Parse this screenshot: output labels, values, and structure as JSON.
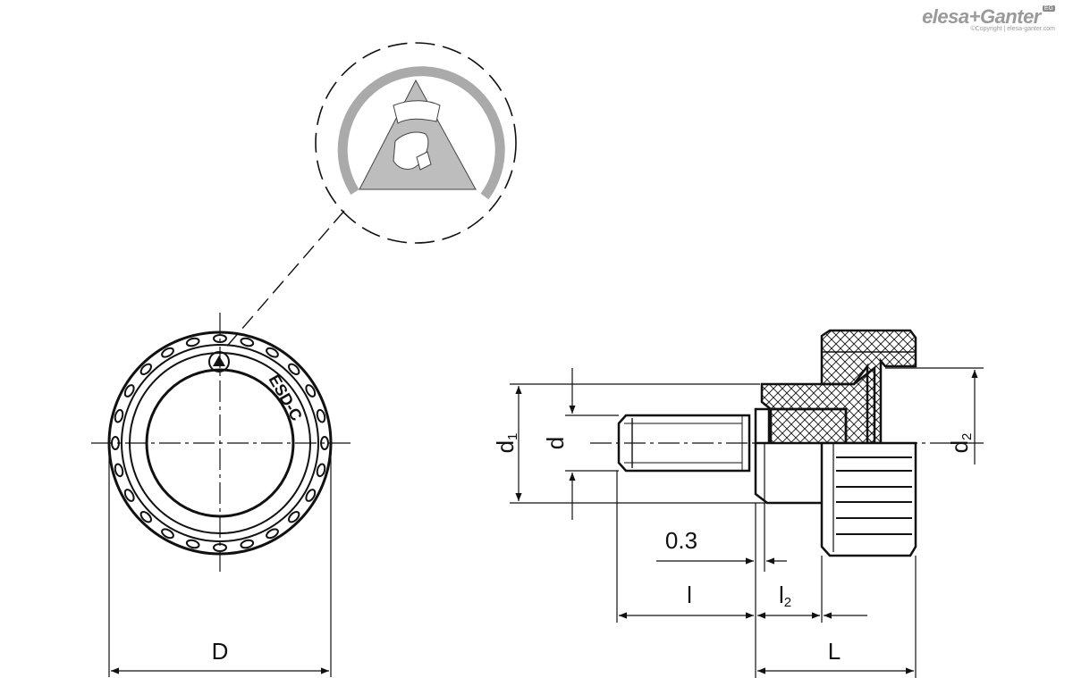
{
  "brand": {
    "name": "elesa+Ganter",
    "badge": "EG",
    "copyright": "©Copyright | elesa-ganter.com"
  },
  "marking": "ESD-C",
  "dimensions": {
    "D": "D",
    "L": "L",
    "l": "l",
    "l2_base": "l",
    "l2_sub": "2",
    "d": "d",
    "d1_base": "d",
    "d1_sub": "1",
    "d2_base": "d",
    "d2_sub": "2",
    "gap": "0.3"
  },
  "icons": [
    "esd-warning-symbol-icon",
    "esd-small-triangle-icon"
  ]
}
